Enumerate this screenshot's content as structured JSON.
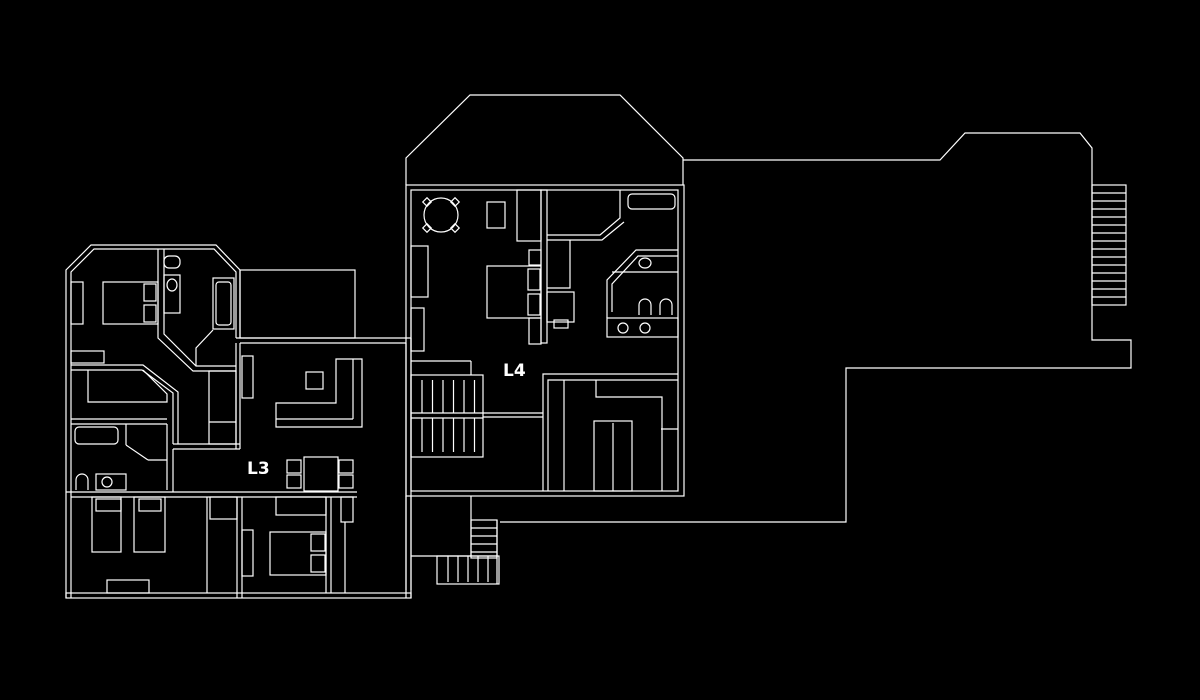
{
  "drawing": {
    "type": "floor-plan",
    "background_color": "#000000",
    "line_color": "#ffffff",
    "levels": [
      {
        "label": "L3"
      },
      {
        "label": "L4"
      }
    ]
  }
}
